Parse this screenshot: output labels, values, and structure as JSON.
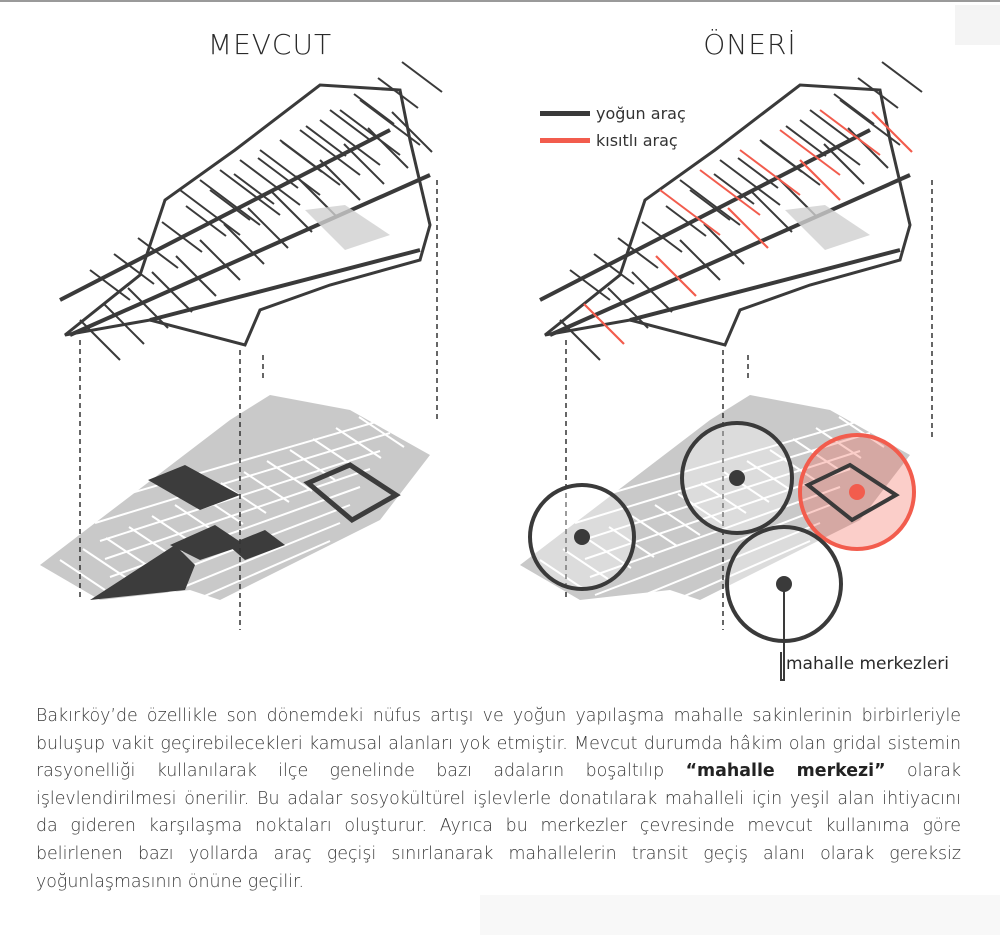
{
  "titles": {
    "left": "MEVCUT",
    "right": "ÖNERİ"
  },
  "legend": [
    {
      "label": "yoğun araç",
      "color": "#3a3a3a"
    },
    {
      "label": "kısıtlı araç",
      "color": "#f25c4d"
    }
  ],
  "callout": {
    "label": "mahalle merkezleri"
  },
  "colors": {
    "street": "#3a3a3a",
    "restricted": "#f25c4d",
    "block": "#c9c9c9",
    "dark_block": "#3c3c3c",
    "circle": "#3a3a3a",
    "circle_highlight": "#f25c4d"
  },
  "paragraph": {
    "part1": "Bakırköy’de özellikle son dönemdeki nüfus artışı ve yoğun yapılaşma mahalle sakinlerinin birbirleriyle buluşup vakit geçirebilecekleri kamusal alanları yok etmiştir. Mevcut durumda hâkim olan gridal sistemin rasyonelliği kullanılarak ilçe genelinde bazı adaların boşaltılıp",
    "highlight": "“mahalle merkezi”",
    "part2": "olarak işlevlendirilmesi önerilir. Bu adalar sosyokültürel işlevlerle donatılarak mahalleli için yeşil alan ihtiyacını da gideren karşılaşma noktaları oluşturur. Ayrıca bu merkezler çevresinde mevcut kullanıma göre belirlenen bazı yollarda araç geçişi sınırlanarak mahallelerin transit geçiş alanı olarak gereksiz yoğunlaşmasının önüne geçilir."
  }
}
